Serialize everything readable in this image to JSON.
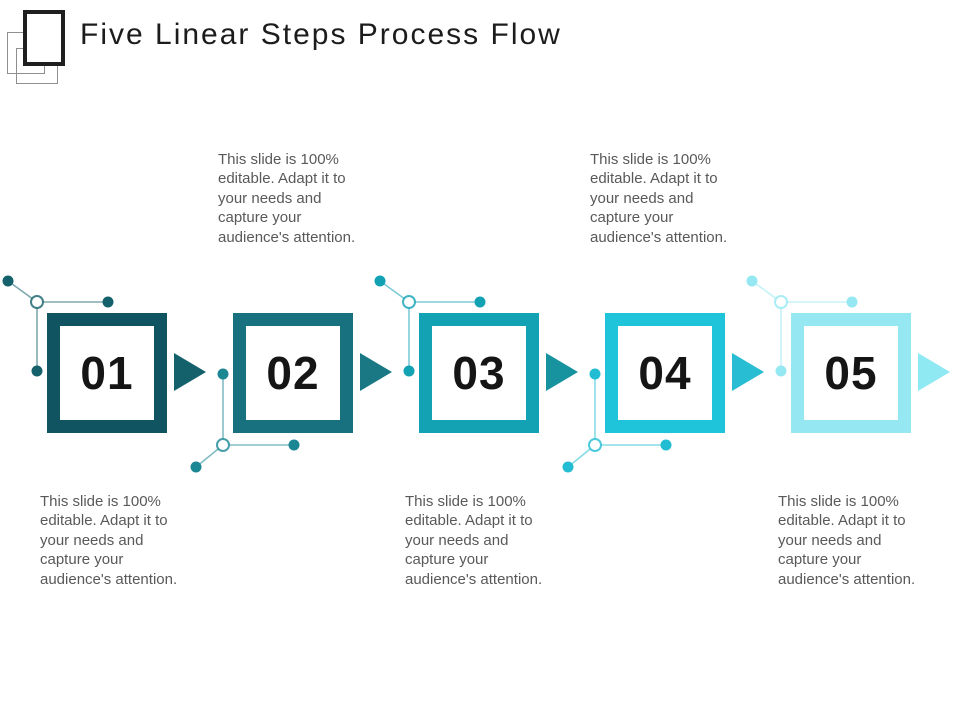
{
  "slide": {
    "title": "Five Linear Steps Process Flow",
    "title_color": "#1c1c1c",
    "background_color": "#ffffff"
  },
  "note": {
    "text": "This slide is 100% editable. Adapt it to your needs and capture your audience's attention.",
    "lines": [
      "This slide is 100%",
      "editable. Adapt it to",
      "your needs and",
      "capture your",
      "audience's attention."
    ],
    "text_color": "#595959"
  },
  "icons": {
    "logo": "overlapping-squares-logo",
    "arrow": "right-triangle-arrow",
    "connector": "dots-and-lines-connector"
  },
  "steps": [
    {
      "number": "01",
      "box_color": "#0F5460",
      "arrow_color": "#14616C",
      "dot_color": "#14616C",
      "note_position": "below"
    },
    {
      "number": "02",
      "box_color": "#17717E",
      "arrow_color": "#1A7884",
      "dot_color": "#1B8793",
      "note_position": "above"
    },
    {
      "number": "03",
      "box_color": "#12A2B4",
      "arrow_color": "#17929F",
      "dot_color": "#12A2B4",
      "note_position": "below"
    },
    {
      "number": "04",
      "box_color": "#1FC3DA",
      "arrow_color": "#28BDD2",
      "dot_color": "#22BDD3",
      "note_position": "above"
    },
    {
      "number": "05",
      "box_color": "#95E8F2",
      "arrow_color": "#8FE9F2",
      "dot_color": "#95E8F2",
      "note_position": "below"
    }
  ]
}
